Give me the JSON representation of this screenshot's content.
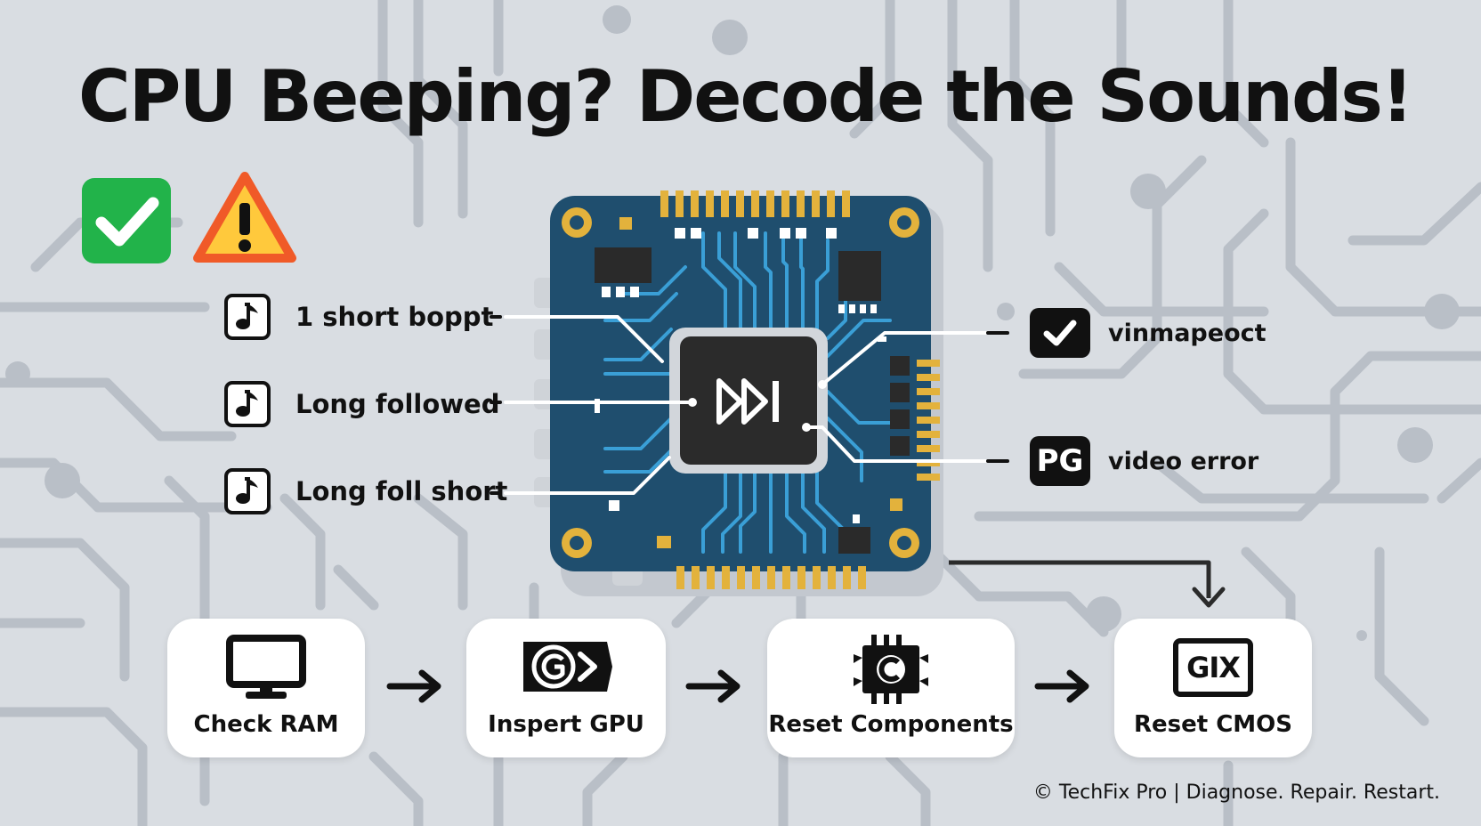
{
  "title": "CPU Beeping? Decode the Sounds!",
  "status_icons": [
    "checkmark-icon",
    "warning-icon"
  ],
  "beep_codes": [
    {
      "label": "1 short boppt",
      "icon": "music-note-icon"
    },
    {
      "label": "Long followed",
      "icon": "music-note-icon"
    },
    {
      "label": "Long foll short",
      "icon": "music-note-icon"
    }
  ],
  "chip_icon": "fast-forward-icon",
  "diagnoses": [
    {
      "badge": "",
      "icon": "checkmark-icon",
      "label": "vinmapeoct"
    },
    {
      "badge": "PG",
      "icon": "",
      "label": "video error"
    }
  ],
  "steps": [
    {
      "label": "Check RAM",
      "icon": "monitor-icon"
    },
    {
      "label": "Inspert GPU",
      "icon": "gpu-card-icon"
    },
    {
      "label": "Reset Components",
      "icon": "component-chip-icon"
    },
    {
      "label": "Reset CMOS",
      "icon": "cmos-icon",
      "icon_text": "GIX"
    }
  ],
  "footer": "© TechFix Pro | Diagnose. Repair. Restart.",
  "colors": {
    "background": "#d9dde2",
    "trace": "#b9bfc7",
    "board": "#1f4e6e",
    "board_trace": "#3a9fd6",
    "gold": "#e3b23c",
    "ok_green": "#22b34a",
    "warn_orange": "#f05a28",
    "warn_yellow": "#ffc93c",
    "text": "#111111"
  }
}
